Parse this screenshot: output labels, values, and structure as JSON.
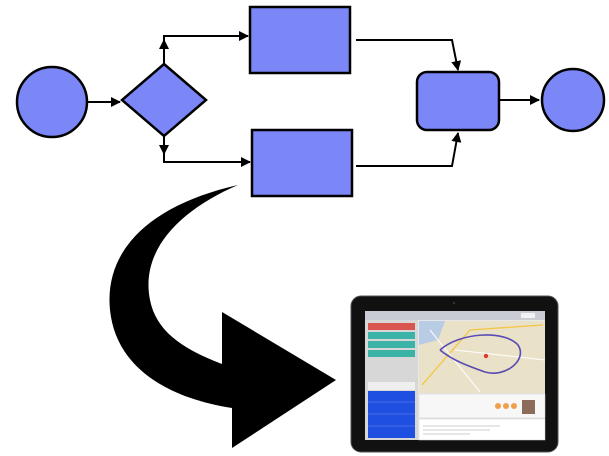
{
  "diagram": {
    "type": "flowchart",
    "fill_color": "#7b86f7",
    "stroke_color": "#000000",
    "nodes": [
      {
        "id": "start",
        "shape": "circle"
      },
      {
        "id": "decision",
        "shape": "diamond"
      },
      {
        "id": "task-top",
        "shape": "rectangle"
      },
      {
        "id": "task-bottom",
        "shape": "rectangle"
      },
      {
        "id": "merge",
        "shape": "rounded-rectangle"
      },
      {
        "id": "end",
        "shape": "circle"
      }
    ],
    "edges": [
      {
        "from": "start",
        "to": "decision"
      },
      {
        "from": "decision",
        "to": "task-top"
      },
      {
        "from": "decision",
        "to": "task-bottom"
      },
      {
        "from": "task-top",
        "to": "merge"
      },
      {
        "from": "task-bottom",
        "to": "merge"
      },
      {
        "from": "merge",
        "to": "end"
      }
    ]
  },
  "transition_arrow": {
    "color": "#000000",
    "direction": "down-right"
  },
  "tablet": {
    "device": "tablet",
    "app_sidebar_colors": [
      "#d9534f",
      "#3bb3a7",
      "#3bb3a7",
      "#3bb3a7"
    ],
    "app_accent": "#1f4fe0",
    "content": "map-application"
  }
}
